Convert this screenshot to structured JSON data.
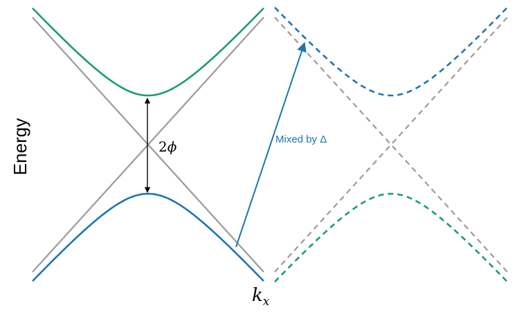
{
  "labels": {
    "energy": "Energy",
    "kx_base": "k",
    "kx_sub": "x",
    "gap": "2",
    "gap_symbol": "ϕ",
    "mixed": "Mixed by Δ"
  },
  "colors": {
    "upper_band": "#1a9a78",
    "lower_band": "#1a76b0",
    "crossing_lines": "#9a9a9a",
    "gap_arrow": "#000000",
    "mix_arrow": "#1a76b0"
  },
  "bands": {
    "left_panel": {
      "style": "solid",
      "upper": "upper_band",
      "lower": "lower_band"
    },
    "right_panel": {
      "style": "dashed",
      "upper": "lower_band",
      "lower": "upper_band"
    }
  }
}
